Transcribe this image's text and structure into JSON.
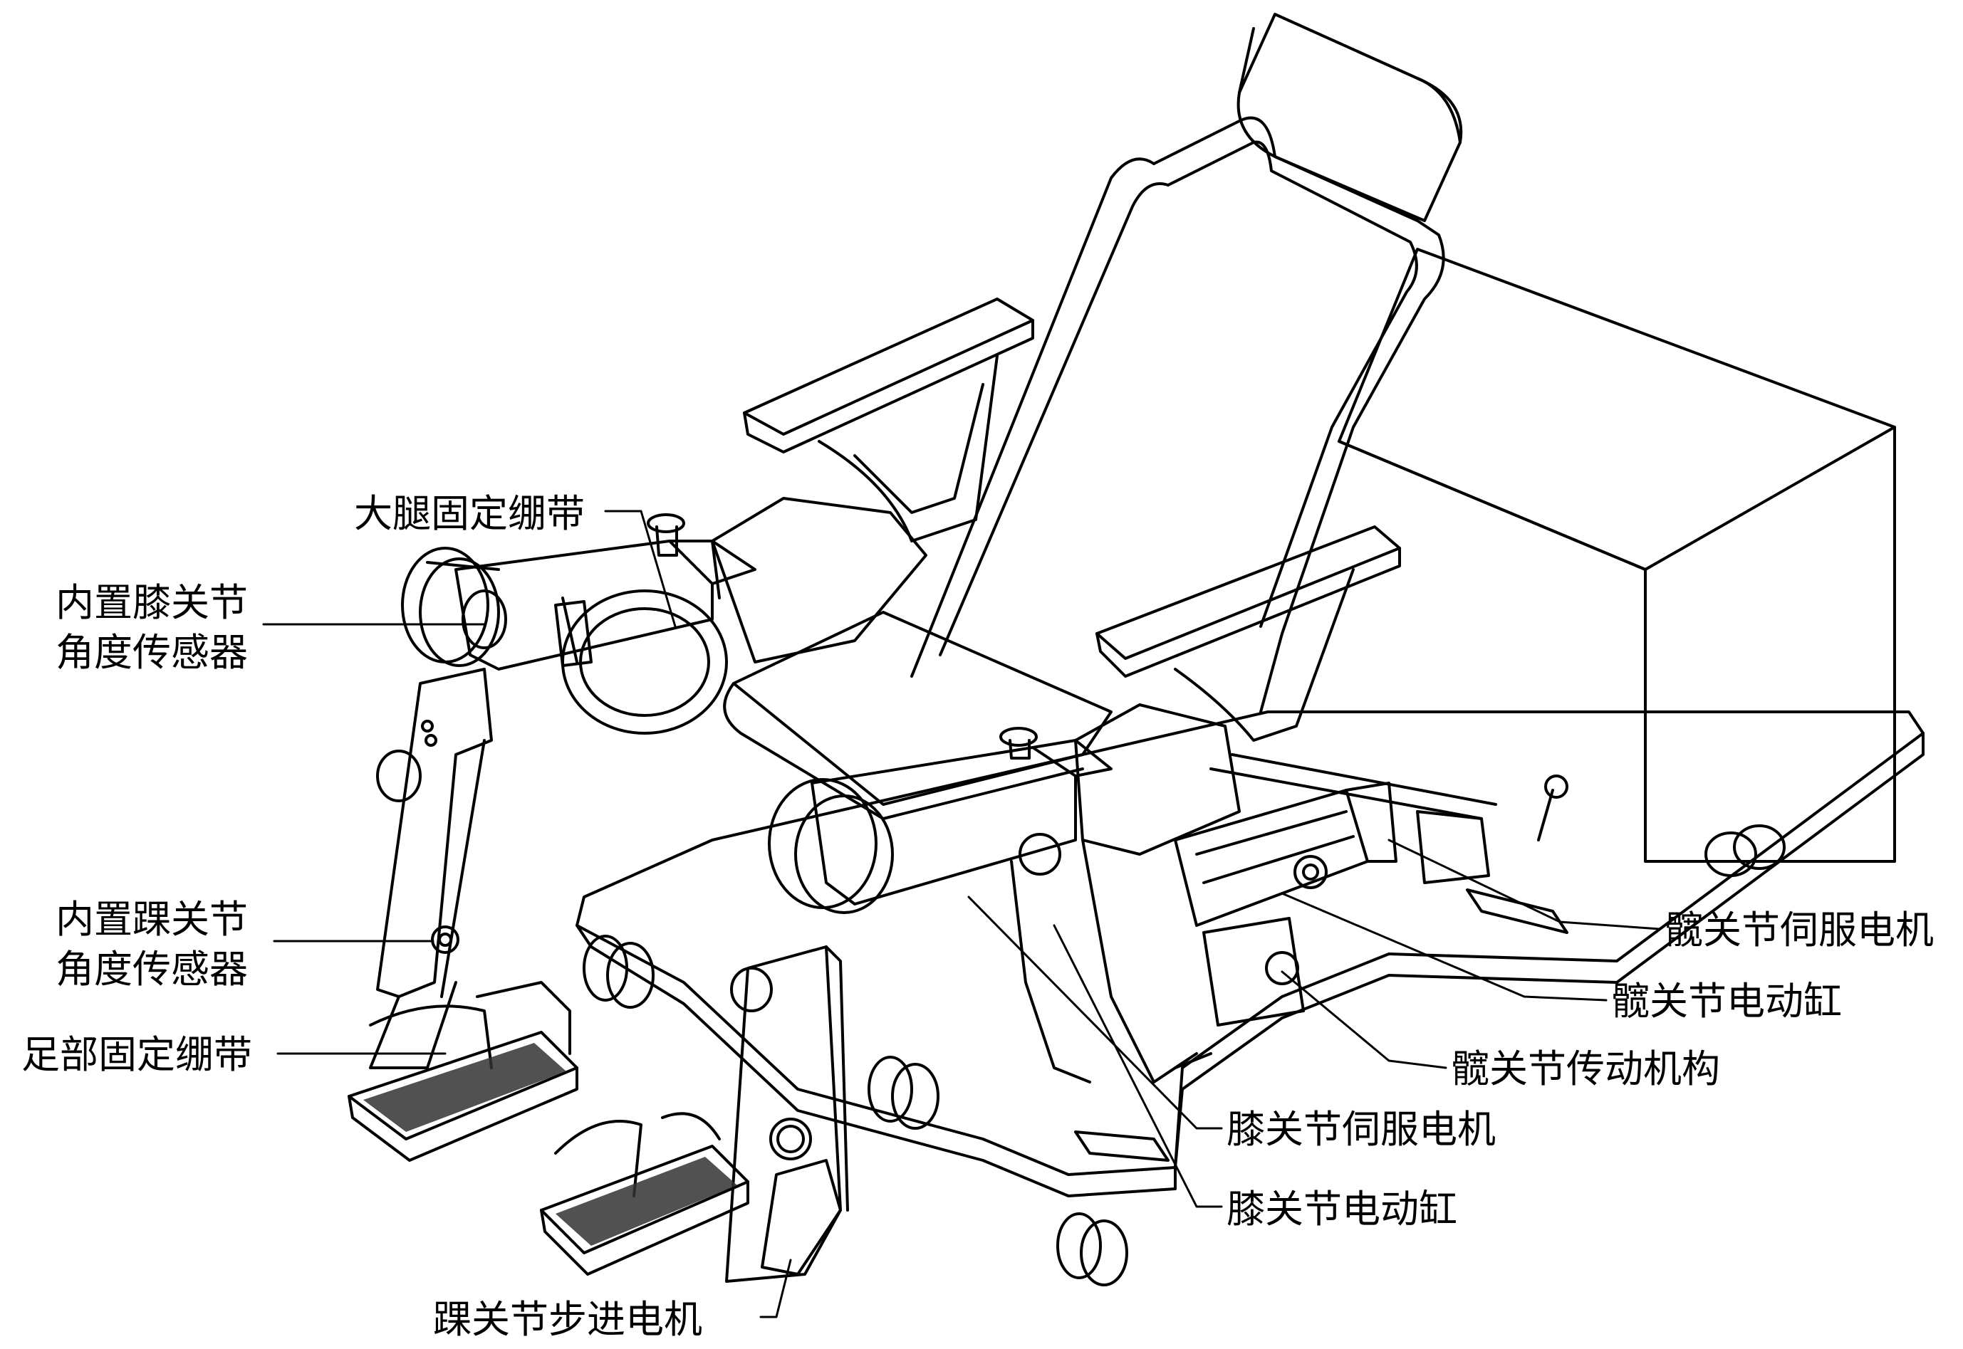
{
  "colors": {
    "line": "#000000",
    "background": "#ffffff",
    "mesh": "#333333"
  },
  "labels": {
    "thigh_strap": "大腿固定绷带",
    "knee_sensor_line1": "内置膝关节",
    "knee_sensor_line2": "角度传感器",
    "ankle_sensor_line1": "内置踝关节",
    "ankle_sensor_line2": "角度传感器",
    "foot_strap": "足部固定绷带",
    "ankle_stepper": "踝关节步进电机",
    "hip_servo": "髋关节伺服电机",
    "hip_actuator": "髋关节电动缸",
    "hip_transmission": "髋关节传动机构",
    "knee_servo": "膝关节伺服电机",
    "knee_actuator": "膝关节电动缸"
  }
}
